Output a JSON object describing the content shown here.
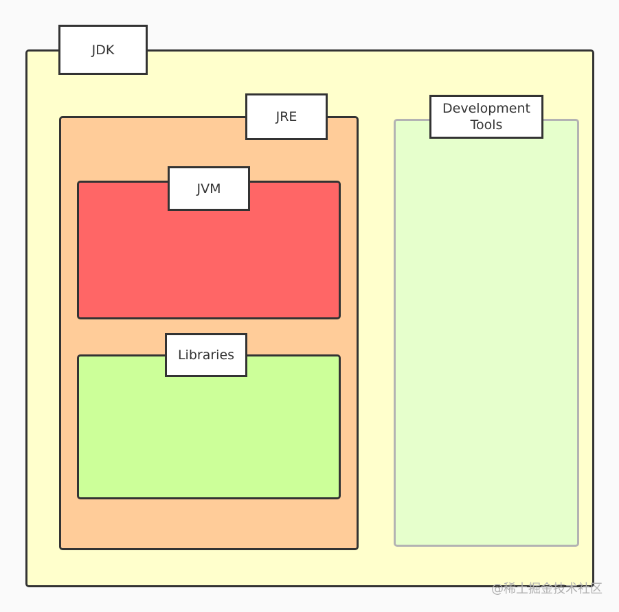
{
  "diagram": {
    "jdk": {
      "label": "JDK",
      "fill": "#ffffcc"
    },
    "jre": {
      "label": "JRE",
      "fill": "#ffcc99"
    },
    "jvm": {
      "label": "JVM",
      "fill": "#ff6666"
    },
    "libraries": {
      "label": "Libraries",
      "fill": "#ccff99"
    },
    "tools": {
      "label_lines": [
        "Development",
        "Tools"
      ],
      "fill": "#e6ffcc"
    }
  },
  "watermark": "@稀土掘金技术社区"
}
